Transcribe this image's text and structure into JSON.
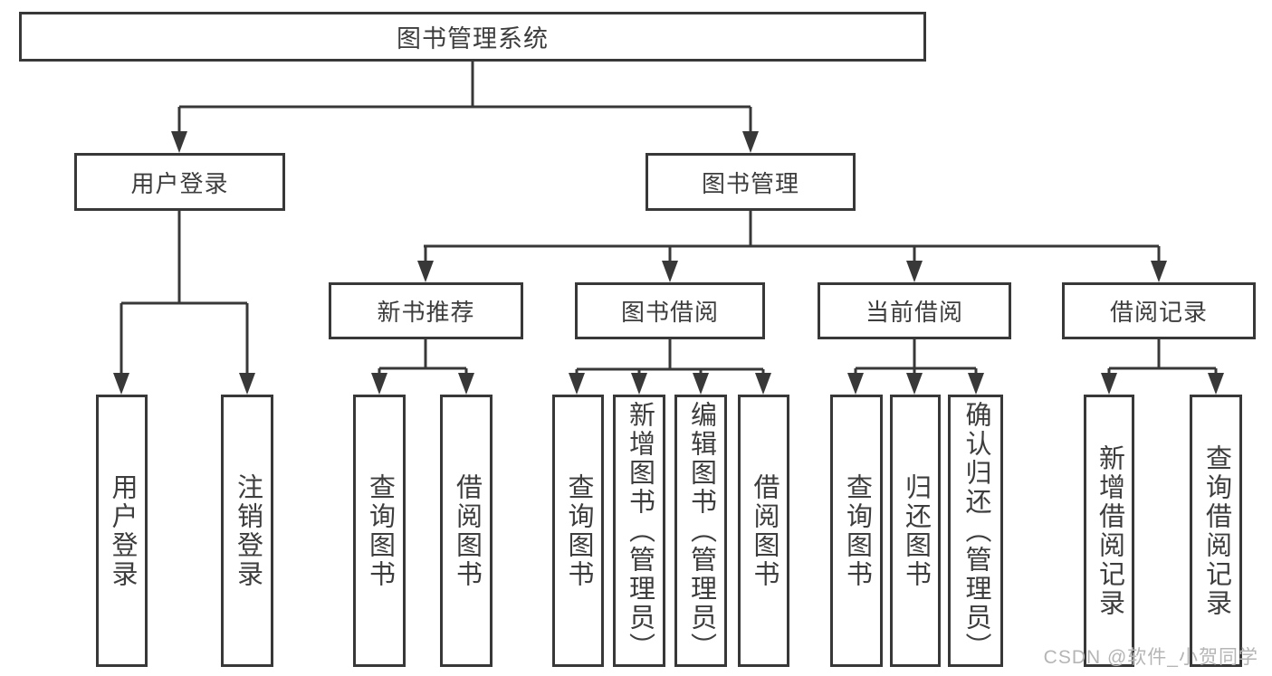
{
  "tree": {
    "label": "图书管理系统",
    "children": [
      {
        "label": "用户登录",
        "children": [
          {
            "label": "用户登录"
          },
          {
            "label": "注销登录"
          }
        ]
      },
      {
        "label": "图书管理",
        "children": [
          {
            "label": "新书推荐",
            "children": [
              {
                "label": "查询图书"
              },
              {
                "label": "借阅图书"
              }
            ]
          },
          {
            "label": "图书借阅",
            "children": [
              {
                "label": "查询图书"
              },
              {
                "label": "新增图书（管理员）"
              },
              {
                "label": "编辑图书（管理员）"
              },
              {
                "label": "借阅图书"
              }
            ]
          },
          {
            "label": "当前借阅",
            "children": [
              {
                "label": "查询图书"
              },
              {
                "label": "归还图书"
              },
              {
                "label": "确认归还（管理员）"
              }
            ]
          },
          {
            "label": "借阅记录",
            "children": [
              {
                "label": "新增借阅记录"
              },
              {
                "label": "查询借阅记录"
              }
            ]
          }
        ]
      }
    ]
  },
  "watermark": {
    "text": "CSDN @软件_小贺同学"
  },
  "colors": {
    "line": "#383838",
    "box_border": "#383838",
    "text": "#3d3d3d",
    "watermark": "#b5b5b5",
    "background": "#ffffff"
  }
}
